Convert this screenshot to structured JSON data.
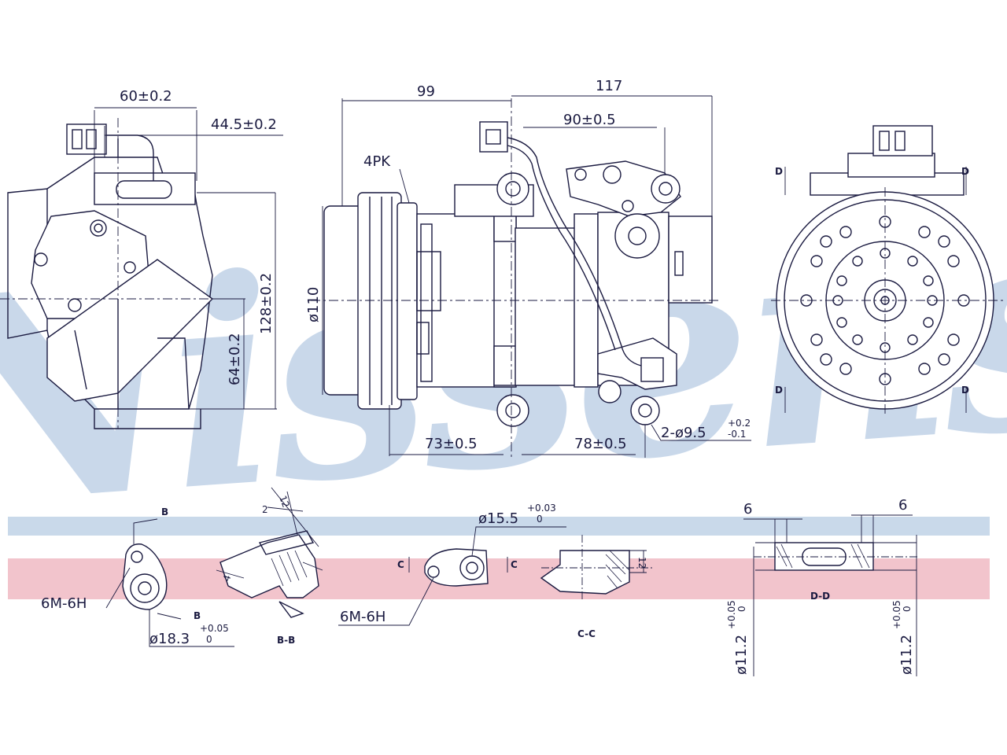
{
  "watermark": {
    "text": "Nissens",
    "color": "#b8cce4",
    "band_blue": "#c9d9ea",
    "band_pink": "#f2c4cc"
  },
  "views": {
    "side": {
      "dim_width": "60±0.2",
      "dim_offset": "44.5±0.2",
      "dim_height": "128±0.2",
      "dim_mid": "64±0.2"
    },
    "front": {
      "dim_left": "99",
      "dim_right": "117",
      "dim_inner": "90±0.5",
      "belt": "4PK",
      "diameter": "ø110",
      "dim_bottom_left": "73±0.5",
      "dim_bottom_right": "78±0.5",
      "holes": "2-ø9.5",
      "holes_tol_top": "+0.2",
      "holes_tol_bottom": "-0.1"
    },
    "pulley": {
      "section_mark": "D"
    }
  },
  "details": {
    "b_port": {
      "mark": "B",
      "thread": "6M-6H",
      "bore": "ø18.3",
      "tol_top": "+0.05",
      "tol_bottom": "0",
      "section_label": "B-B",
      "dim_a": "12",
      "dim_b": "2",
      "dim_c": "4"
    },
    "c_port": {
      "mark": "C",
      "thread": "6M-6H",
      "bore": "ø15.5",
      "tol_top": "+0.03",
      "tol_bottom": "0",
      "section_label": "C-C",
      "dim_a": "12"
    },
    "d_section": {
      "section_label": "D-D",
      "dim_left": "6",
      "dim_right": "6",
      "bore_left": "ø11.2",
      "bore_right": "ø11.2",
      "tol_top": "+0.05",
      "tol_bottom": "0"
    }
  }
}
